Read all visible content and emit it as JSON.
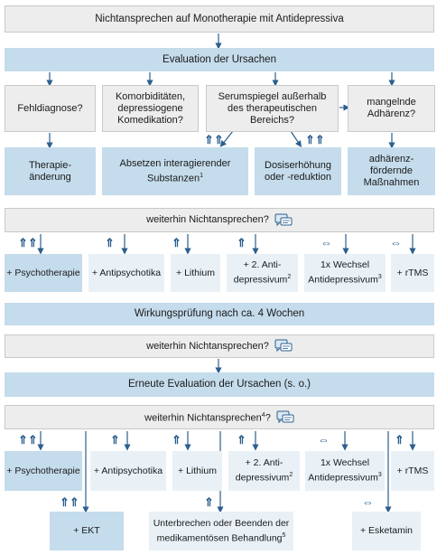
{
  "top": "Nichtansprechen auf Monotherapie mit Antidepressiva",
  "evaluation": "Evaluation der Ursachen",
  "causes": [
    {
      "label": "Fehldiagnose?"
    },
    {
      "label": "Komorbiditäten, depressiogene Komedikation?"
    },
    {
      "label": "Serumspiegel außerhalb des therapeutischen Bereichs?"
    },
    {
      "label": "mangelnde Adhärenz?"
    }
  ],
  "actions": {
    "therapy_change": "Therapie-änderung",
    "discontinue": "Absetzen interagierender Substanzen",
    "discontinue_sup": "1",
    "dose": "Dosiserhöhung oder -reduktion",
    "adherence": "adhärenz-fördernde Maßnahmen"
  },
  "q1": "weiterhin Nichtansprechen?",
  "options": {
    "psychotherapy": "+ Psychotherapie",
    "antipsychotics": "+ Antipsychotika",
    "lithium": "+ Lithium",
    "second_ad": "+ 2. Anti-depressivum",
    "second_ad_sup": "2",
    "switch_line1": "1x Wechsel",
    "switch_line2": "Antidepressivum",
    "switch_sup": "3",
    "rtms": "+ rTMS"
  },
  "efficacy_check": "Wirkungsprüfung nach ca. 4 Wochen",
  "q2": "weiterhin Nichtansprechen?",
  "re_evaluation": "Erneute Evaluation der Ursachen (s. o.)",
  "q3": "weiterhin Nichtansprechen",
  "q3_sup": "4",
  "q3_end": "?",
  "final": {
    "ect": "+ EKT",
    "stop": "Unterbrechen oder Beenden der medikamentösen Behandlung",
    "stop_sup": "5",
    "esketamine": "+ Esketamin"
  },
  "symbols": {
    "strong": "⇑⇑",
    "weak": "⇑",
    "open": "⇔"
  },
  "colors": {
    "arrow": "#2b5f8e",
    "box_blue": "#c5dcec",
    "box_gray": "#ededed"
  }
}
